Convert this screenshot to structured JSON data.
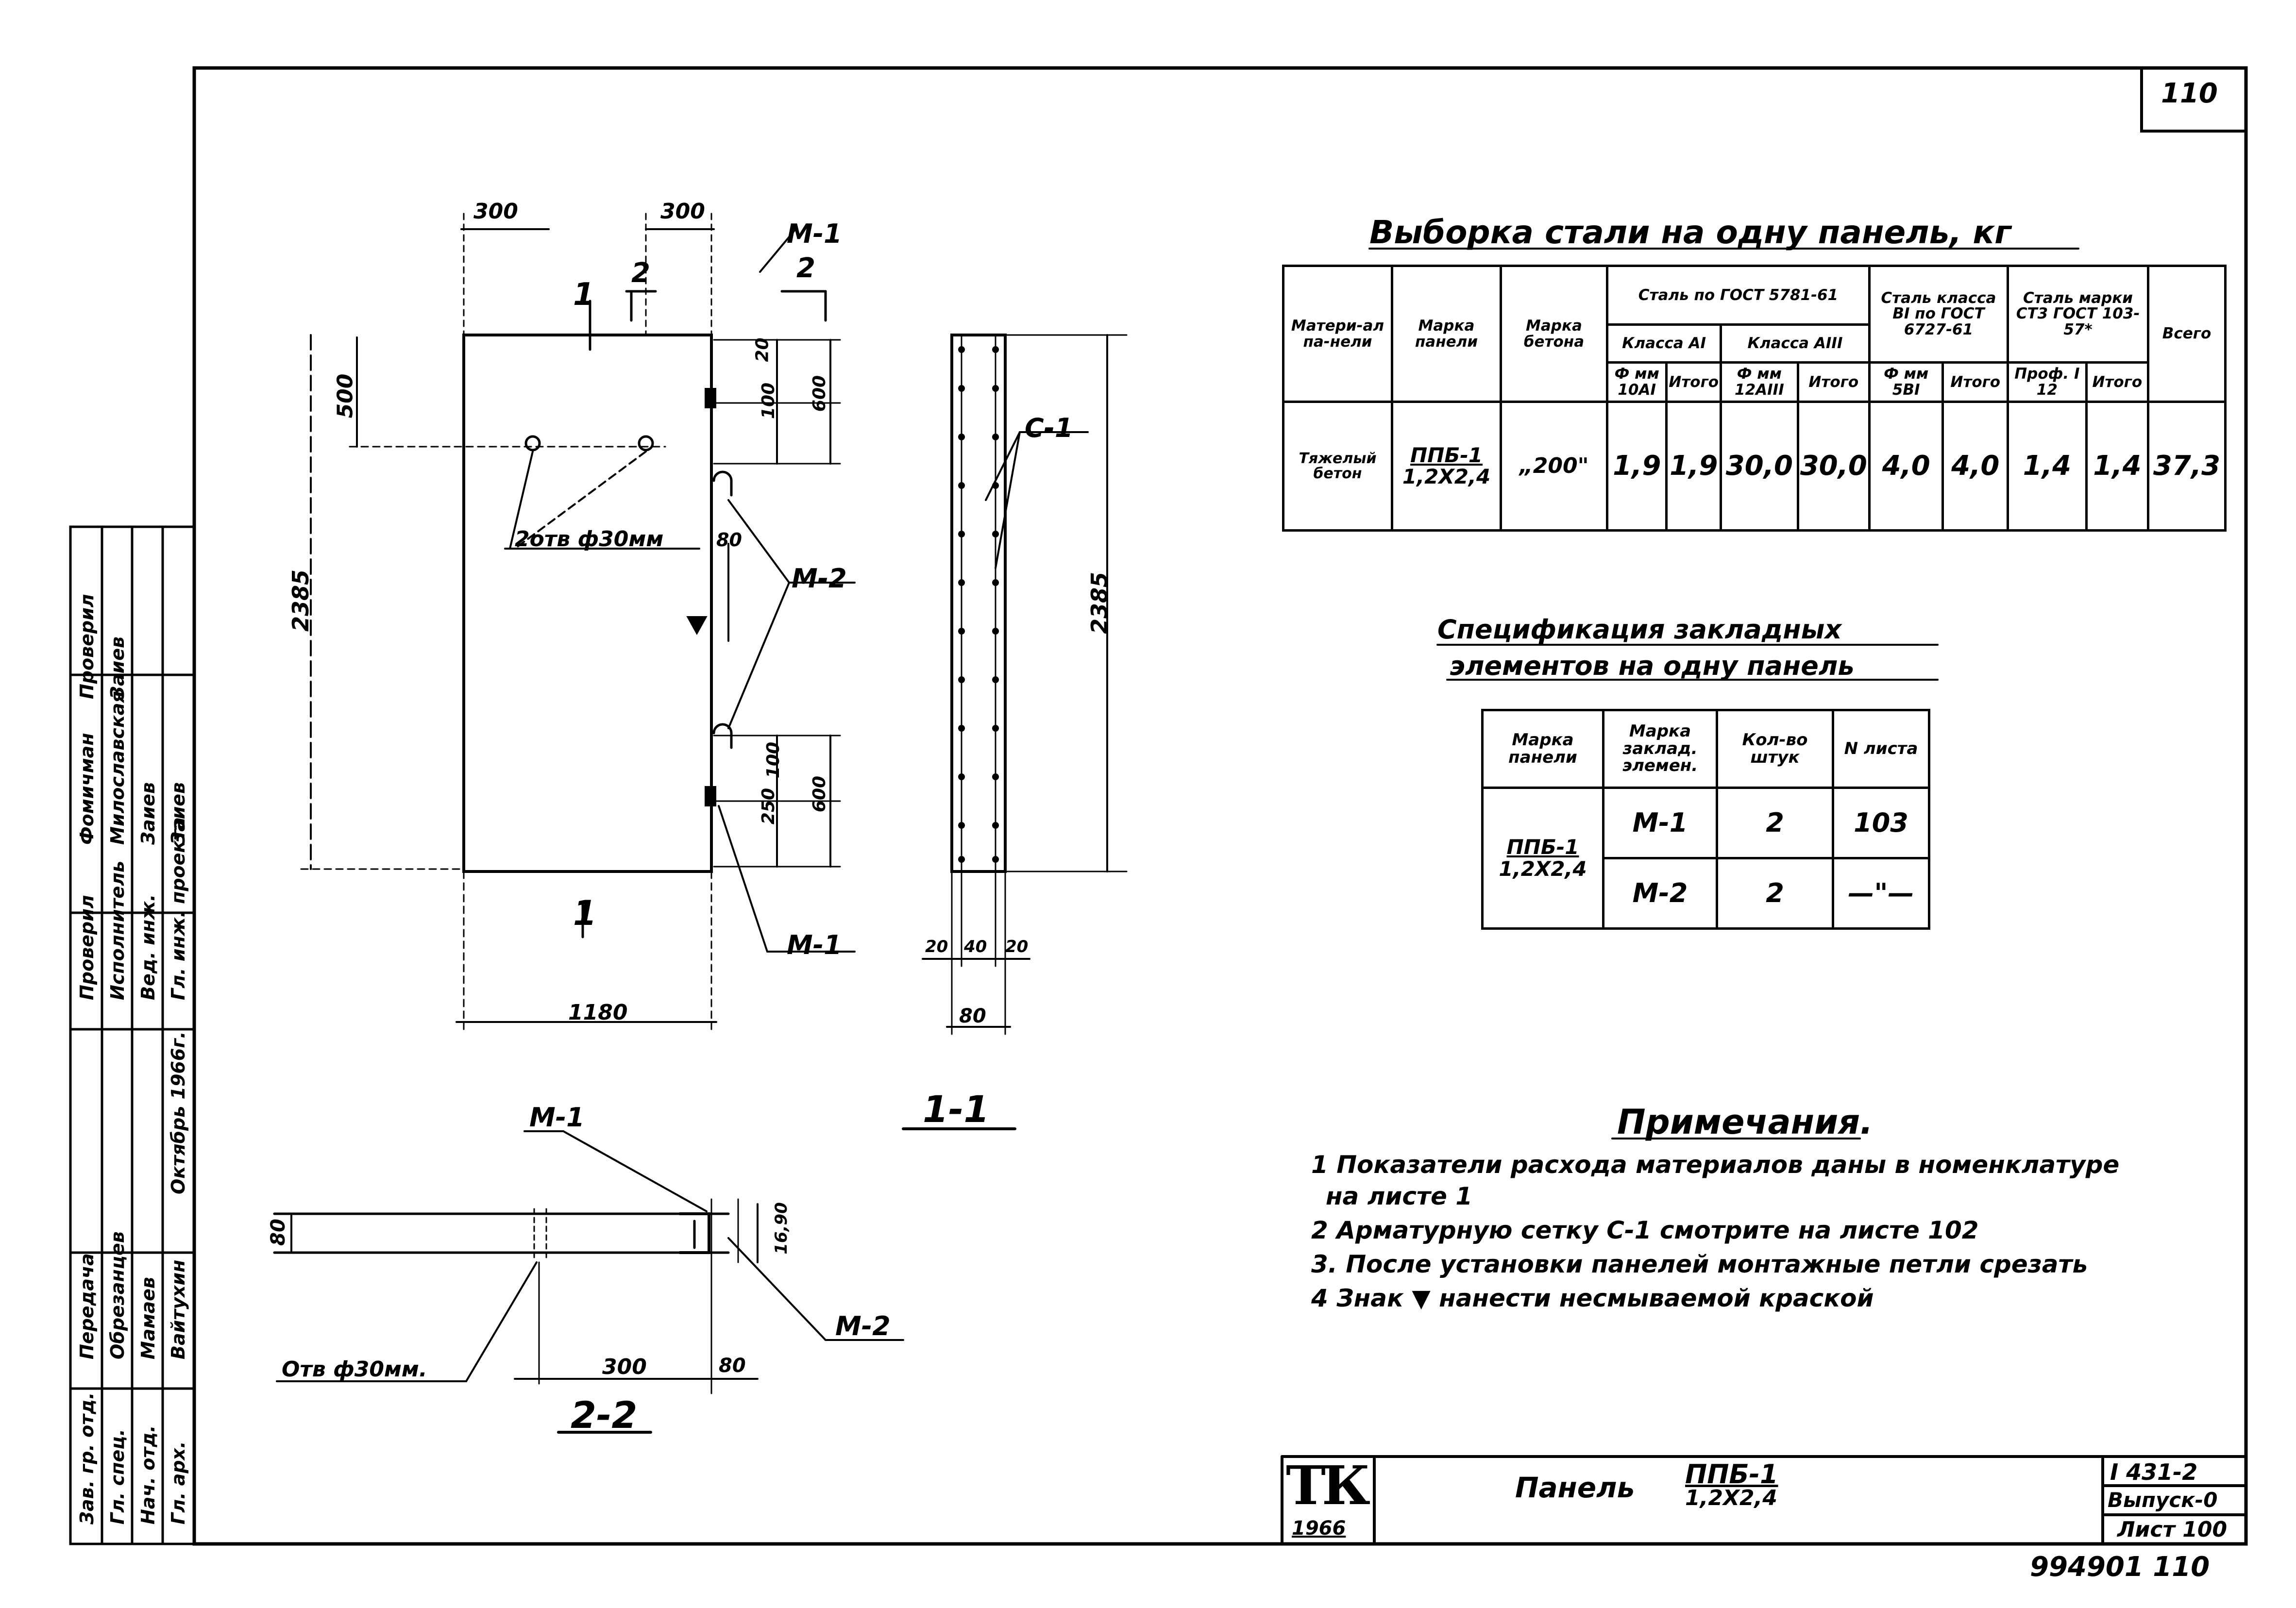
{
  "sheet": {
    "corner_number": "110",
    "bottom_number": "994901  110"
  },
  "front_view": {
    "dim_top_left": "300",
    "dim_top_right": "300",
    "section_mark_1": "1",
    "section_mark_2": "2",
    "label_m1_top": "M-1",
    "label_m1_top_sub": "2",
    "dim_500": "500",
    "dim_2385": "2385",
    "holes_label": "2отв ф30мм",
    "label_m2": "M-2",
    "label_m1_bottom": "M-1",
    "section_mark_bottom": "1",
    "dim_1180": "1180",
    "dim_r_20": "20",
    "dim_r_100a": "100",
    "dim_r_600a": "600",
    "dim_r_80": "80",
    "dim_r_250": "250",
    "dim_r_100b": "100",
    "dim_r_600b": "600"
  },
  "side_view": {
    "label_c1": "C-1",
    "dim_2385": "2385",
    "dim_20a": "20",
    "dim_40": "40",
    "dim_20b": "20",
    "dim_80": "80",
    "section_title": "1-1"
  },
  "plan_view": {
    "label_m1": "M-1",
    "label_m2": "M-2",
    "dim_80_left": "80",
    "dim_1690": "16,90",
    "hole_label": "Отв ф30мм.",
    "dim_300": "300",
    "dim_80_bottom": "80",
    "section_title": "2-2"
  },
  "steel_table": {
    "title": "Выборка стали на одну панель, кг",
    "h_material": "Матери-ал па-нели",
    "h_panel_mark": "Марка панели",
    "h_concrete_mark": "Марка бетона",
    "h_steel_gost": "Сталь по ГОСТ 5781-61",
    "h_class_a1": "Класса АI",
    "h_class_a3": "Класса АIII",
    "h_dia_10": "Ф мм 10АI",
    "h_total1": "Итого",
    "h_dia_12": "Ф мм 12АIII",
    "h_total2": "Итого",
    "h_steel_b1": "Сталь класса BI по ГОСТ 6727-61",
    "h_dia_5": "Ф мм 5BI",
    "h_total3": "Итого",
    "h_steel_st3": "Сталь марки СТ3 ГОСТ 103-57*",
    "h_prof": "Проф. I 12",
    "h_total4": "Итого",
    "h_total_all": "Всего",
    "row": {
      "material": "Тяжелый бетон",
      "panel_top": "ППБ-1",
      "panel_bottom": "1,2X2,4",
      "concrete": "„200\"",
      "v1": "1,9",
      "v2": "1,9",
      "v3": "30,0",
      "v4": "30,0",
      "v5": "4,0",
      "v6": "4,0",
      "v7": "1,4",
      "v8": "1,4",
      "v9": "37,3"
    }
  },
  "spec_table": {
    "title_line1": "Спецификация закладных",
    "title_line2": "элементов на одну панель",
    "h_panel_mark": "Марка панели",
    "h_elem_mark": "Марка заклад. элемен.",
    "h_qty": "Кол-во штук",
    "h_sheet": "N листа",
    "panel_top": "ППБ-1",
    "panel_bottom": "1,2X2,4",
    "row1": {
      "elem": "M-1",
      "qty": "2",
      "sheet": "103"
    },
    "row2": {
      "elem": "M-2",
      "qty": "2",
      "sheet": "—\"—"
    }
  },
  "notes": {
    "title": "Примечания.",
    "n1a": "1 Показатели расхода материалов даны в номенклатуре",
    "n1b": "на листе 1",
    "n2": "2 Арматурную сетку С-1 смотрите на листе 102",
    "n3": "3. После установки панелей монтажные петли срезать",
    "n4": "4 Знак ▼ нанести несмываемой краской"
  },
  "title_block": {
    "logo": "ТК",
    "year": "1966",
    "panel_label": "Панель",
    "mark_top": "ППБ-1",
    "mark_bottom": "1,2X2,4",
    "code": "I 431-2",
    "issue": "Выпуск-0",
    "sheet": "Лист 100"
  },
  "side_stamp": {
    "rows": [
      {
        "role": "Гл. инж. проекта",
        "name": "Заиев"
      },
      {
        "role": "Вед. инж.",
        "name": "Заиев"
      },
      {
        "role": "Исполнитель",
        "name": "Милославская"
      },
      {
        "role": "Проверил",
        "name": "Фомичман"
      },
      {
        "role": "Проверил",
        "name": "Заиев"
      }
    ],
    "rows2": [
      {
        "role": "Зав. гр. отд.",
        "name": "Передача"
      },
      {
        "role": "Гл. спец.",
        "name": "Обрезанцев"
      },
      {
        "role": "Нач. отд.",
        "name": "Мамаев"
      },
      {
        "role": "Гл. арх.",
        "name": "Вайтухин"
      }
    ],
    "date": "Октябрь 1966г."
  }
}
